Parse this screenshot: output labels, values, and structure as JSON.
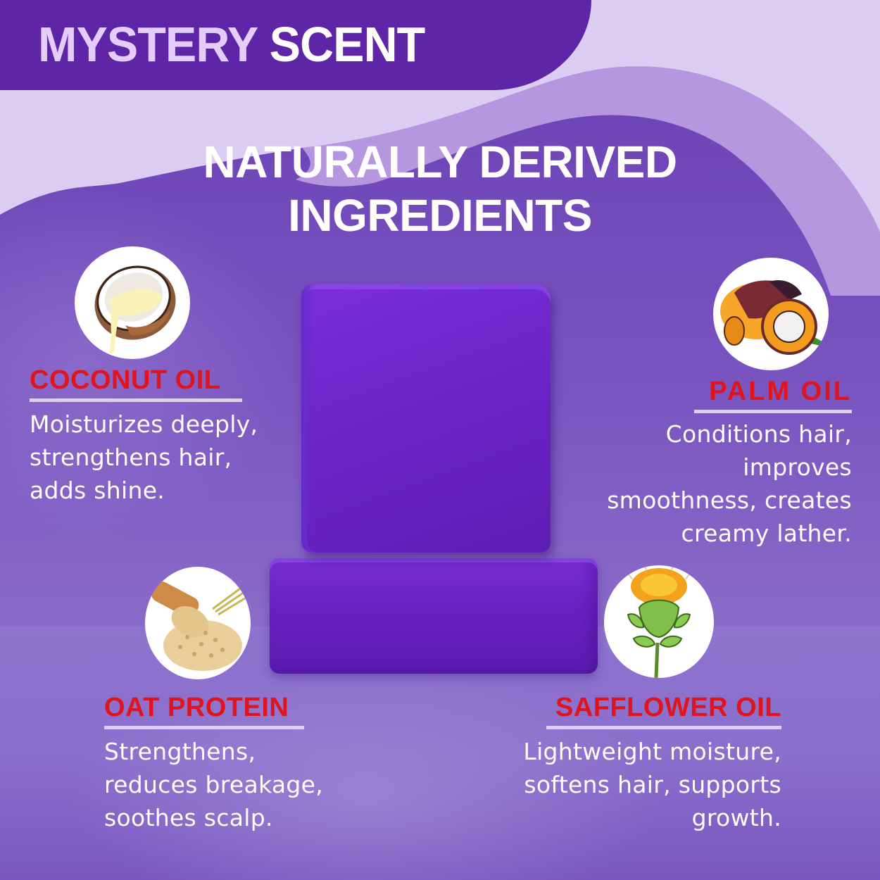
{
  "header": {
    "title_part1": "MYSTERY",
    "title_part2": "SCENT"
  },
  "section": {
    "title_line1": "NATURALLY DERIVED",
    "title_line2": "INGREDIENTS"
  },
  "ingredients": [
    {
      "name": "COCONUT OIL",
      "icon": "coconut-icon",
      "description": [
        "Moisturizes deeply,",
        "strengthens hair,",
        "adds shine."
      ]
    },
    {
      "name": "PALM OIL",
      "icon": "palm-fruit-icon",
      "description": [
        "Conditions hair,",
        "improves",
        "smoothness, creates",
        "creamy lather."
      ]
    },
    {
      "name": "OAT PROTEIN",
      "icon": "oat-grains-icon",
      "description": [
        "Strengthens,",
        "reduces breakage,",
        "soothes scalp."
      ]
    },
    {
      "name": "SAFFLOWER OIL",
      "icon": "safflower-icon",
      "description": [
        "Lightweight moisture,",
        "softens hair, supports",
        "growth."
      ]
    }
  ],
  "product": {
    "image": "stacked-purple-soap-bars"
  },
  "colors": {
    "header_purple": "#5e26a6",
    "light_lavender": "#dccdf2",
    "mid_lavender": "#b89be0",
    "ingredient_name_red": "#e0141d",
    "soap_purple": "#6b24c8",
    "title_light": "#e4ccfb",
    "text_white": "#ffffff"
  }
}
